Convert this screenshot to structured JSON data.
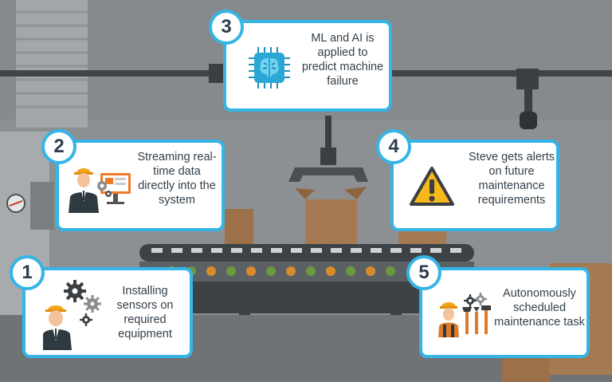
{
  "colors": {
    "accent": "#35b4e6",
    "background": "#8a8d8f",
    "text": "#333f48"
  },
  "steps": [
    {
      "number": "1",
      "text": "Installing sensors on required equipment",
      "icon": "engineer-with-gears-icon"
    },
    {
      "number": "2",
      "text": "Streaming real-time data directly into the system",
      "icon": "engineer-at-monitor-icon"
    },
    {
      "number": "3",
      "text": "ML and AI is applied to predict machine failure",
      "icon": "ai-brain-chip-icon"
    },
    {
      "number": "4",
      "text": "Steve gets alerts on future maintenance requirements",
      "icon": "warning-triangle-icon"
    },
    {
      "number": "5",
      "text": "Autonomously scheduled maintenance task",
      "icon": "engineer-with-tools-icon"
    }
  ]
}
